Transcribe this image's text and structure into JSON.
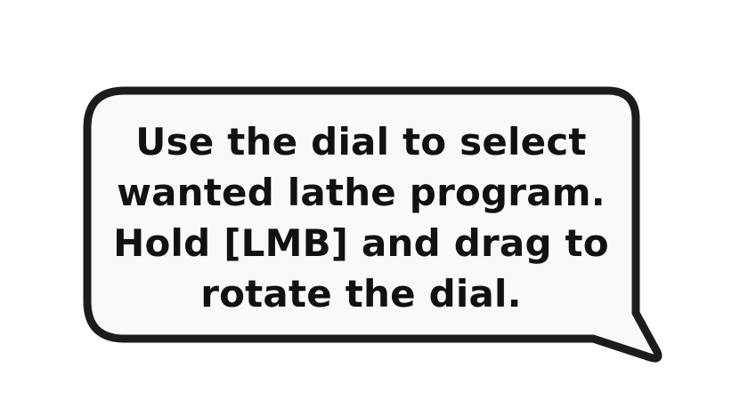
{
  "tooltip": {
    "lines": [
      "Use the dial to select",
      "wanted lathe program.",
      "Hold [LMB] and drag to",
      "rotate the dial."
    ]
  },
  "colors": {
    "bubble_fill": "#f9f9f9",
    "bubble_border": "#1c1c1c",
    "text": "#111111",
    "background": "#ffffff"
  }
}
